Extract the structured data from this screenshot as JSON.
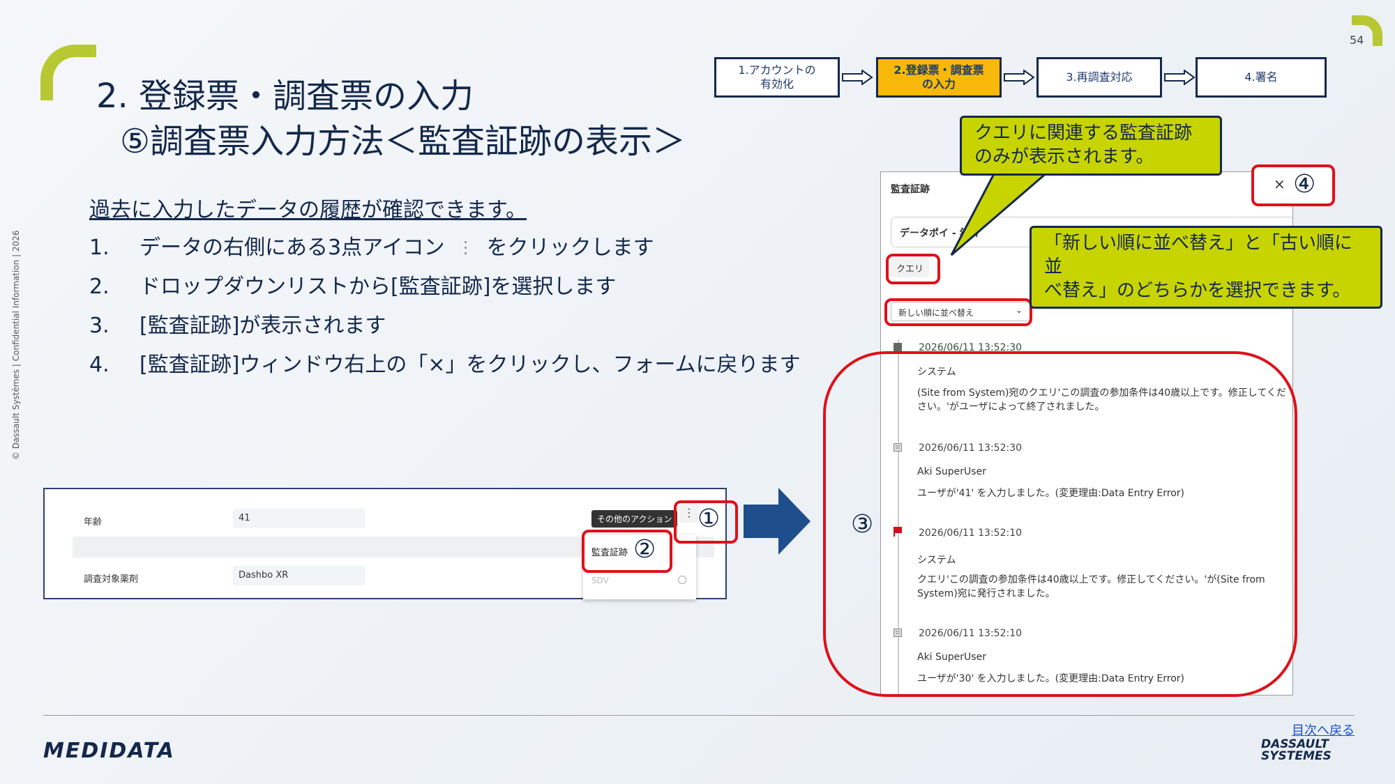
{
  "page_number": "54",
  "side_note": "© Dassault Systèmes | Confidential Information | 2026",
  "title": {
    "line1": "2. 登録票・調査票の入力",
    "line2": "⑤調査票入力方法＜監査証跡の表示＞"
  },
  "intro": "過去に入力したデータの履歴が確認できます。",
  "steps": [
    {
      "num": "1.",
      "text_a": "データの右側にある3点アイコン",
      "icon": "⋮",
      "text_b": "をクリックします"
    },
    {
      "num": "2.",
      "text": "ドロップダウンリストから[監査証跡]を選択します"
    },
    {
      "num": "3.",
      "text": "[監査証跡]が表示されます"
    },
    {
      "num": "4.",
      "text": "[監査証跡]ウィンドウ右上の「×」をクリックし、フォームに戻ります"
    }
  ],
  "progress": [
    {
      "label": "1.アカウントの\n有効化",
      "active": false
    },
    {
      "label": "2.登録票・調査票\nの入力",
      "active": true
    },
    {
      "label": "3.再調査対応",
      "active": false
    },
    {
      "label": "4.署名",
      "active": false
    }
  ],
  "form": {
    "rows": [
      {
        "label": "年齢",
        "value": "41"
      },
      {
        "label": "調査対象薬剤",
        "value": "Dashbo XR"
      }
    ],
    "tooltip": "その他のアクション",
    "menu_item": "監査証跡",
    "menu_item2": "SDV",
    "dots": "⋮"
  },
  "markers": {
    "m1": "①",
    "m2": "②",
    "m3": "③",
    "m4": "④"
  },
  "panel": {
    "title": "監査証跡",
    "close": "×",
    "datapoint": "データポイ    - 年齢",
    "chip": "クエリ",
    "sort_label": "新しい順に並べ替え",
    "sort_chevron": "⌄",
    "entries": [
      {
        "time": "2026/06/11 13:52:30",
        "who": "システム",
        "msg": "(Site from System)宛のクエリ'この調査の参加条件は40歳以上です。修正してください。'がユーザによって終了されました。",
        "icon_color": "#666666"
      },
      {
        "time": "2026/06/11 13:52:30",
        "who": "Aki SuperUser",
        "msg": "ユーザが'41' を入力しました。(変更理由:Data Entry Error)",
        "icon_color": "#888888"
      },
      {
        "time": "2026/06/11 13:52:10",
        "who": "システム",
        "msg": "クエリ'この調査の参加条件は40歳以上です。修正してください。'が(Site from System)宛に発行されました。",
        "icon_color": "#d0101a"
      },
      {
        "time": "2026/06/11 13:52:10",
        "who": "Aki SuperUser",
        "msg": "ユーザが'30' を入力しました。(変更理由:Data Entry Error)",
        "icon_color": "#888888"
      }
    ]
  },
  "callouts": {
    "c1": "クエリに関連する監査証跡\nのみが表示されます。",
    "c2": "「新しい順に並べ替え」と「古い順に並\nべ替え」のどちらかを選択できます。"
  },
  "footer": {
    "logo_left": "MEDIDATA",
    "logo_right_1": "DASSAULT",
    "logo_right_2": "SYSTEMES",
    "back_link": "目次へ戻る"
  },
  "colors": {
    "accent_green": "#b8c832",
    "navy": "#14284b",
    "highlight_red": "#e0101a",
    "callout_yellow": "#c8d400",
    "active_step": "#f7b80a"
  }
}
